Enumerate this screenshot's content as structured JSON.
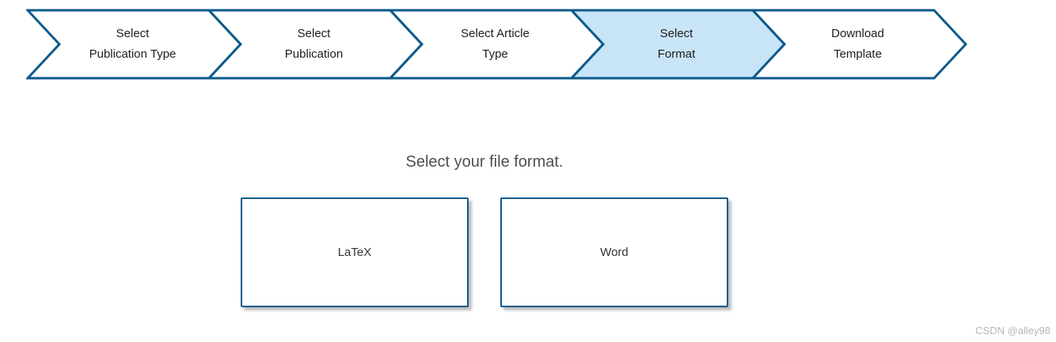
{
  "page": {
    "heading": "Select your file format.",
    "watermark": "CSDN @alley98"
  },
  "stepper": {
    "steps": [
      {
        "line1": "Select",
        "line2": "Publication Type",
        "active": false
      },
      {
        "line1": "Select",
        "line2": "Publication",
        "active": false
      },
      {
        "line1": "Select Article",
        "line2": "Type",
        "active": false
      },
      {
        "line1": "Select",
        "line2": "Format",
        "active": true
      },
      {
        "line1": "Download",
        "line2": "Template",
        "active": false
      }
    ],
    "colors": {
      "border": "#0d5a8c",
      "active_fill": "#c8e4f7",
      "inactive_fill": "#ffffff"
    }
  },
  "format_options": [
    {
      "label": "LaTeX"
    },
    {
      "label": "Word"
    }
  ]
}
